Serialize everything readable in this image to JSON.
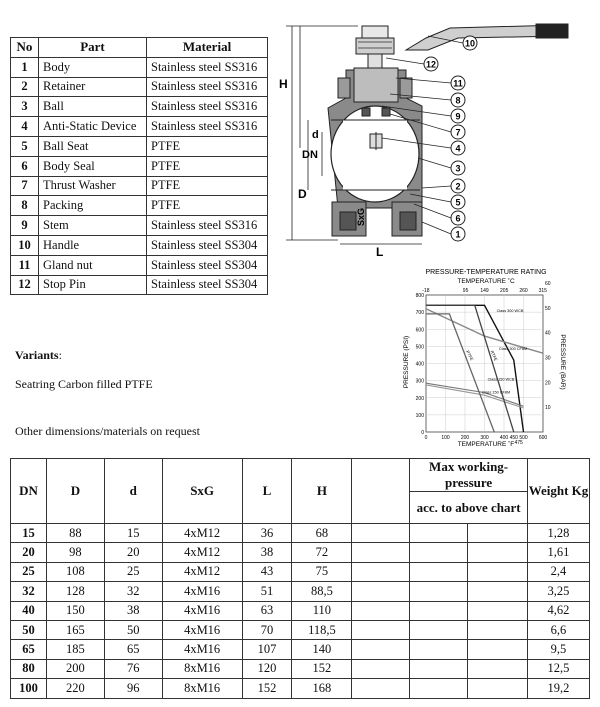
{
  "parts_table": {
    "headers": [
      "No",
      "Part",
      "Material"
    ],
    "rows": [
      [
        "1",
        "Body",
        "Stainless steel SS316"
      ],
      [
        "2",
        "Retainer",
        "Stainless steel SS316"
      ],
      [
        "3",
        "Ball",
        "Stainless steel SS316"
      ],
      [
        "4",
        "Anti-Static Device",
        "Stainless steel SS316"
      ],
      [
        "5",
        "Ball Seat",
        "PTFE"
      ],
      [
        "6",
        "Body Seal",
        "PTFE"
      ],
      [
        "7",
        "Thrust Washer",
        "PTFE"
      ],
      [
        "8",
        "Packing",
        "PTFE"
      ],
      [
        "9",
        "Stem",
        "Stainless steel SS316"
      ],
      [
        "10",
        "Handle",
        "Stainless steel SS304"
      ],
      [
        "11",
        "Gland nut",
        "Stainless steel SS304"
      ],
      [
        "12",
        "Stop Pin",
        "Stainless steel SS304"
      ]
    ]
  },
  "variants": {
    "label": "Variants",
    "colon": ":",
    "item": "Seatring Carbon filled PTFE",
    "note": "Other dimensions/materials on request"
  },
  "diagram": {
    "callouts": [
      "10",
      "12",
      "11",
      "8",
      "9",
      "7",
      "4",
      "3",
      "2",
      "5",
      "6",
      "1"
    ],
    "dim_labels": {
      "H": "H",
      "d": "d",
      "DN": "DN",
      "D": "D",
      "L": "L",
      "SxG": "SxG"
    }
  },
  "chart_data": {
    "type": "line",
    "title": "PRESSURE-TEMPERATURE RATING",
    "subtitle": "TEMPERATURE ˚C",
    "xlabel": "TEMPERATURE ˚F",
    "ylabel_left": "PRESSURE (PSI)",
    "ylabel_right": "PRESSURE (BAR)",
    "x_ticks_f": [
      "0",
      "100",
      "200",
      "300",
      "400",
      "450",
      "500",
      "600"
    ],
    "x_tick_475": "475",
    "x_ticks_c": [
      "-18",
      "95",
      "149",
      "205",
      "260",
      "315"
    ],
    "y_ticks_psi": [
      "800",
      "700",
      "600",
      "500",
      "400",
      "300",
      "200",
      "100",
      "0"
    ],
    "y_ticks_bar": [
      "60",
      "50",
      "40",
      "30",
      "20",
      "10"
    ],
    "xlim": [
      0,
      600
    ],
    "ylim": [
      0,
      800
    ],
    "series": [
      {
        "name": "Class 300 WCB",
        "x": [
          0,
          300,
          450,
          500
        ],
        "y": [
          740,
          740,
          420,
          0
        ]
      },
      {
        "name": "Class 300 CF8M",
        "x": [
          0,
          300,
          600
        ],
        "y": [
          720,
          560,
          460
        ]
      },
      {
        "name": "Class 150 WCB",
        "x": [
          0,
          300,
          500
        ],
        "y": [
          285,
          230,
          150
        ]
      },
      {
        "name": "Class 150 CF8M",
        "x": [
          0,
          300,
          500
        ],
        "y": [
          275,
          215,
          140
        ]
      },
      {
        "name": "RTFE",
        "x": [
          0,
          250,
          450
        ],
        "y": [
          740,
          740,
          0
        ]
      },
      {
        "name": "PTFE",
        "x": [
          0,
          120,
          350
        ],
        "y": [
          690,
          690,
          0
        ]
      }
    ],
    "line_labels": [
      "RTFE",
      "PTFE"
    ]
  },
  "dims_table": {
    "headers": [
      "DN",
      "D",
      "d",
      "SxG",
      "L",
      "H"
    ],
    "pressure_header": "Max working-pressure",
    "pressure_sub": "acc. to above chart",
    "weight_header": "Weight Kg",
    "rows": [
      [
        "15",
        "88",
        "15",
        "4xM12",
        "36",
        "68",
        "1,28"
      ],
      [
        "20",
        "98",
        "20",
        "4xM12",
        "38",
        "72",
        "1,61"
      ],
      [
        "25",
        "108",
        "25",
        "4xM12",
        "43",
        "75",
        "2,4"
      ],
      [
        "32",
        "128",
        "32",
        "4xM16",
        "51",
        "88,5",
        "3,25"
      ],
      [
        "40",
        "150",
        "38",
        "4xM16",
        "63",
        "110",
        "4,62"
      ],
      [
        "50",
        "165",
        "50",
        "4xM16",
        "70",
        "118,5",
        "6,6"
      ],
      [
        "65",
        "185",
        "65",
        "4xM16",
        "107",
        "140",
        "9,5"
      ],
      [
        "80",
        "200",
        "76",
        "8xM16",
        "120",
        "152",
        "12,5"
      ],
      [
        "100",
        "220",
        "96",
        "8xM16",
        "152",
        "168",
        "19,2"
      ]
    ]
  }
}
